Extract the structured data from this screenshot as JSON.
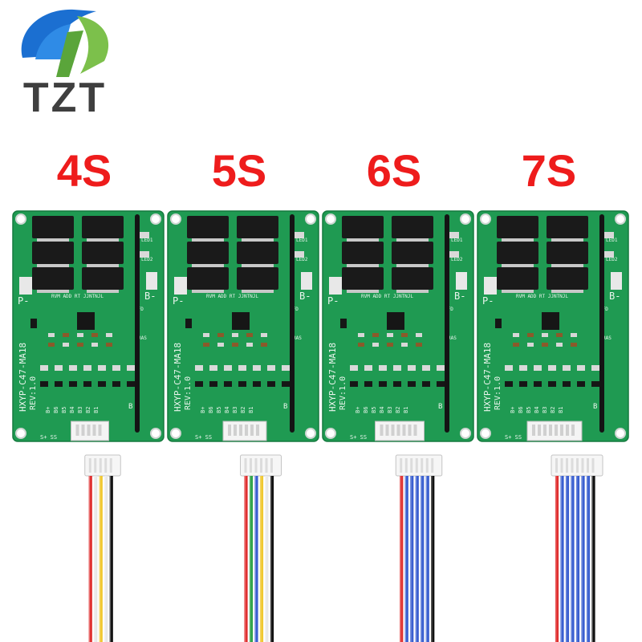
{
  "brand": {
    "name": "TZT",
    "icon": "tzt-swirl-logo-icon",
    "colors": {
      "blue": "#1b6fd1",
      "green": "#7cc04b",
      "text": "#3f3f3f"
    }
  },
  "label_color": "#ee1c1c",
  "pcb_color": "#1f9a52",
  "variants": [
    {
      "label": "4S",
      "wires": [
        "#e03030",
        "#e8e8e8",
        "#f0c830",
        "#e8e8e8",
        "#111111"
      ],
      "pins": [
        "B+",
        "B6",
        "B5",
        "B4",
        "B3",
        "B2",
        "B1"
      ]
    },
    {
      "label": "5S",
      "wires": [
        "#e03030",
        "#2fa34a",
        "#3a5fd0",
        "#f0c830",
        "#e8e8e8",
        "#111111"
      ],
      "pins": [
        "B+",
        "B6",
        "B5",
        "B4",
        "B3",
        "B2",
        "B1"
      ]
    },
    {
      "label": "6S",
      "wires": [
        "#e03030",
        "#3a5fd0",
        "#3a5fd0",
        "#3a5fd0",
        "#3a5fd0",
        "#3a5fd0",
        "#111111"
      ],
      "pins": [
        "B+",
        "B6",
        "B5",
        "B4",
        "B3",
        "B2",
        "B1"
      ]
    },
    {
      "label": "7S",
      "wires": [
        "#e03030",
        "#3a5fd0",
        "#3a5fd0",
        "#3a5fd0",
        "#3a5fd0",
        "#3a5fd0",
        "#3a5fd0",
        "#111111"
      ],
      "pins": [
        "B+",
        "B6",
        "B5",
        "B4",
        "B3",
        "B2",
        "B1"
      ]
    }
  ],
  "board": {
    "model": "HXYP-C47-MA18",
    "rev": "REV:1.0",
    "pad_p": "P-",
    "pad_b": "B-",
    "led1": "LED1",
    "led2": "LED2",
    "silk_top": "RVM  ADD  RT  JJNTNJL",
    "silk_side": "RAS",
    "silk_afd": "AFD",
    "bottom": "S+  SS"
  }
}
